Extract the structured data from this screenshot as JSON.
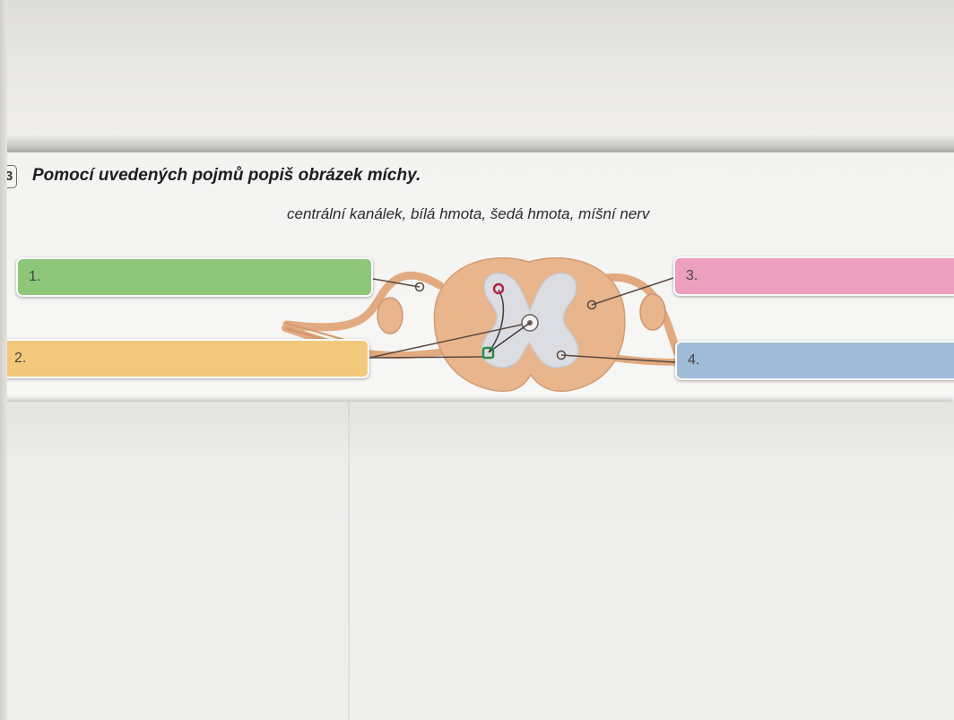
{
  "task": {
    "number": "3",
    "title": "Pomocí uvedených pojmů popiš obrázek míchy.",
    "terms": "centrální kanálek, bílá hmota, šedá hmota, míšní nerv"
  },
  "labels": [
    {
      "id": "1",
      "text": "1.",
      "color": "#8ec67a"
    },
    {
      "id": "2",
      "text": "2.",
      "color": "#f2c97c"
    },
    {
      "id": "3",
      "text": "3.",
      "color": "#ec9fbe"
    },
    {
      "id": "4",
      "text": "4.",
      "color": "#9fbbd8"
    }
  ],
  "colors": {
    "spinal_cord": "#e8b58c",
    "grey_matter": "#dcdde2",
    "leader_line": "#5a4a42"
  }
}
